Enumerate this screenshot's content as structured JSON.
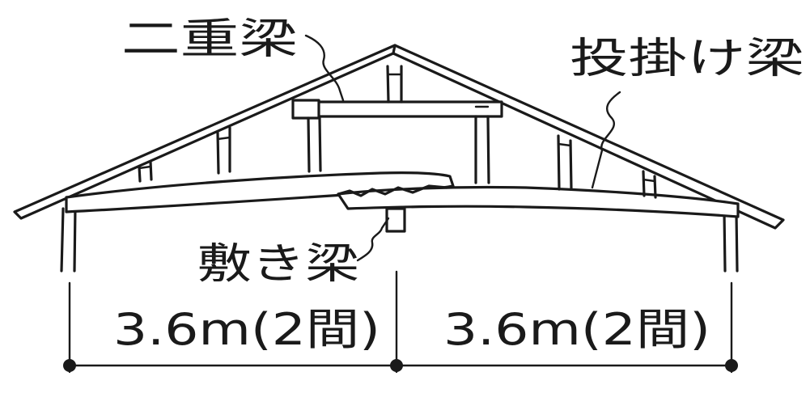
{
  "labels": {
    "double_beam": "二重梁",
    "cantilever_beam": "投掛け梁",
    "floor_beam": "敷き梁"
  },
  "dimensions": {
    "left_span": "3.6m(2間)",
    "right_span": "3.6m(2間)"
  }
}
